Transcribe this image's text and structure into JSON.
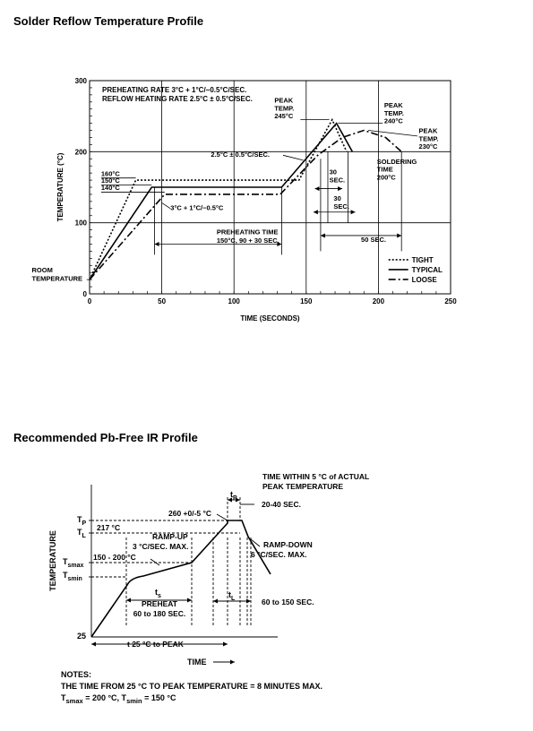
{
  "chart1": {
    "title": "Solder Reflow Temperature Profile",
    "notes": [
      "PREHEATING RATE 3°C + 1°C/−0.5°C/SEC.",
      "REFLOW HEATING RATE 2.5°C ± 0.5°C/SEC."
    ]
  },
  "chart2": {
    "title": "Recommended Pb-Free IR Profile"
  },
  "notes": {
    "heading": "NOTES:",
    "line1": "THE TIME FROM 25 °C TO PEAK TEMPERATURE = 8 MINUTES MAX.",
    "line2_a": "T",
    "line2_sub_a": "smax",
    "line2_b": " = 200 °C,  T",
    "line2_sub_b": "smin",
    "line2_c": " = 150 °C"
  },
  "chart_data": [
    {
      "type": "line",
      "title": "Solder Reflow Temperature Profile",
      "xlabel": "TIME (SECONDS)",
      "ylabel": "TEMPERATURE (°C)",
      "xlim": [
        0,
        250
      ],
      "ylim": [
        0,
        300
      ],
      "x_ticks": [
        0,
        50,
        100,
        150,
        200,
        250
      ],
      "y_ticks": [
        0,
        100,
        200,
        300
      ],
      "grid": true,
      "legend": "bottom-right",
      "series": [
        {
          "name": "TIGHT",
          "style": "dotted",
          "points": [
            [
              0,
              20
            ],
            [
              32,
              160
            ],
            [
              145,
              160
            ],
            [
              168,
              245
            ],
            [
              178,
              200
            ]
          ]
        },
        {
          "name": "TYPICAL",
          "style": "solid",
          "points": [
            [
              0,
              20
            ],
            [
              43,
              150
            ],
            [
              133,
              150
            ],
            [
              171,
              240
            ],
            [
              182,
              200
            ]
          ]
        },
        {
          "name": "LOOSE",
          "style": "dashdot",
          "points": [
            [
              0,
              20
            ],
            [
              52,
              140
            ],
            [
              132,
              140
            ],
            [
              158,
              195
            ],
            [
              175,
              220
            ],
            [
              190,
              230
            ],
            [
              205,
              220
            ],
            [
              216,
              200
            ]
          ]
        }
      ],
      "annotations": [
        {
          "text": "ROOM",
          "x": -40,
          "y": 30
        },
        {
          "text": "TEMPERATURE",
          "x": -40,
          "y": 18
        },
        {
          "text": "160°C",
          "x": 8,
          "y": 166
        },
        {
          "text": "150°C",
          "x": 8,
          "y": 156
        },
        {
          "text": "140°C",
          "x": 8,
          "y": 146
        },
        {
          "text": "3°C + 1°C/−0.5°C",
          "x": 56,
          "y": 118
        },
        {
          "text": "2.5°C ± 0.5°C/SEC.",
          "x": 84,
          "y": 193
        },
        {
          "text": "PEAK",
          "x": 128,
          "y": 269
        },
        {
          "text": "TEMP.",
          "x": 128,
          "y": 258
        },
        {
          "text": "245°C",
          "x": 128,
          "y": 247
        },
        {
          "text": "PEAK",
          "x": 204,
          "y": 262
        },
        {
          "text": "TEMP.",
          "x": 204,
          "y": 251
        },
        {
          "text": "240°C",
          "x": 204,
          "y": 240
        },
        {
          "text": "PEAK",
          "x": 228,
          "y": 226
        },
        {
          "text": "TEMP.",
          "x": 228,
          "y": 215
        },
        {
          "text": "230°C",
          "x": 228,
          "y": 204
        },
        {
          "text": "SOLDERING",
          "x": 199,
          "y": 183
        },
        {
          "text": "TIME",
          "x": 199,
          "y": 172
        },
        {
          "text": "200°C",
          "x": 199,
          "y": 161
        },
        {
          "text": "30",
          "x": 166,
          "y": 168
        },
        {
          "text": "SEC.",
          "x": 166,
          "y": 157
        },
        {
          "text": "30",
          "x": 169,
          "y": 131
        },
        {
          "text": "SEC.",
          "x": 169,
          "y": 120
        },
        {
          "text": "PREHEATING TIME",
          "x": 88,
          "y": 84
        },
        {
          "text": "150°C, 90 + 30 SEC.",
          "x": 88,
          "y": 72
        },
        {
          "text": "50 SEC.",
          "x": 188,
          "y": 73
        }
      ]
    },
    {
      "type": "line",
      "title": "Recommended Pb-Free IR Profile",
      "xlabel": "TIME",
      "ylabel": "TEMPERATURE",
      "x_ticks": [],
      "y_ticks": [
        "25",
        "T",
        "T",
        "T",
        "T"
      ],
      "y_tick_subscripts": [
        "",
        "smin",
        "smax",
        "L",
        "P"
      ],
      "grid": false,
      "series": [
        {
          "name": "",
          "style": "solid",
          "points": [
            [
              0,
              0
            ],
            [
              40,
              55
            ],
            [
              112,
              61
            ],
            [
              152,
              127
            ],
            [
              154,
              130
            ],
            [
              168,
              130
            ],
            [
              178,
              112
            ],
            [
              200,
              25
            ]
          ]
        }
      ],
      "annotations": [
        {
          "text": "TIME WITHIN 5 °C of ACTUAL"
        },
        {
          "text": "PEAK TEMPERATURE"
        },
        {
          "text": "t",
          "sub": "P"
        },
        {
          "text": "20-40 SEC."
        },
        {
          "text": "260 +0/-5 °C"
        },
        {
          "text": "217 °C"
        },
        {
          "text": "RAMP-UP"
        },
        {
          "text": "3 °C/SEC. MAX."
        },
        {
          "text": "RAMP-DOWN"
        },
        {
          "text": "6 °C/SEC. MAX."
        },
        {
          "text": "150 - 200 °C"
        },
        {
          "text": "t",
          "sub": "s"
        },
        {
          "text": "PREHEAT"
        },
        {
          "text": "60 to 180 SEC."
        },
        {
          "text": "t",
          "sub": "L"
        },
        {
          "text": "60 to 150 SEC."
        },
        {
          "text": "t 25 °C to PEAK"
        }
      ]
    }
  ]
}
